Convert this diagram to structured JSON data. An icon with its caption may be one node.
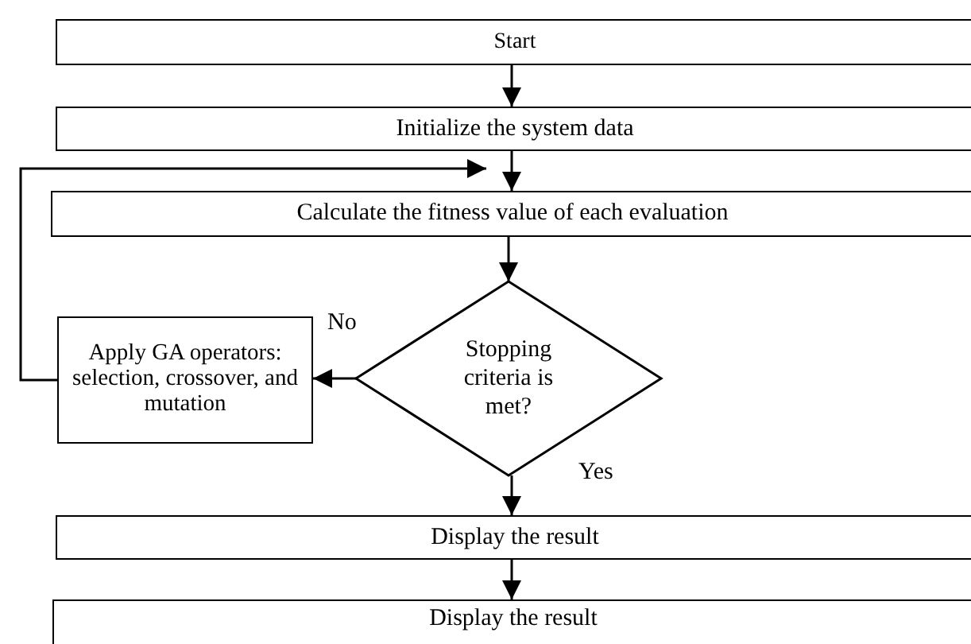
{
  "diagram": {
    "nodes": [
      {
        "text": [
          "Start"
        ]
      },
      {
        "text": [
          "Initialize the system data"
        ]
      },
      {
        "text": [
          "Calculate the fitness value of each evaluation"
        ]
      },
      {
        "text": [
          "Stopping criteria is met?"
        ]
      },
      {
        "text": [
          "Apply GA operators: selection, crossover, and mutation"
        ]
      },
      {
        "text": [
          "Display the result"
        ]
      },
      {
        "text": [
          "Display the result"
        ]
      }
    ],
    "edges": [
      {
        "from": 0,
        "to": 1,
        "arrow": "to"
      },
      {
        "from": 1,
        "to": 2,
        "arrow": "to"
      },
      {
        "from": 2,
        "to": 3,
        "arrow": "to"
      },
      {
        "from": 3,
        "to": 4,
        "arrow": "to",
        "label": "No"
      },
      {
        "from": 4,
        "to": 2,
        "arrow": "to"
      },
      {
        "from": 3,
        "to": 5,
        "arrow": "to",
        "label": "Yes"
      },
      {
        "from": 5,
        "to": 6,
        "arrow": "to"
      }
    ]
  }
}
